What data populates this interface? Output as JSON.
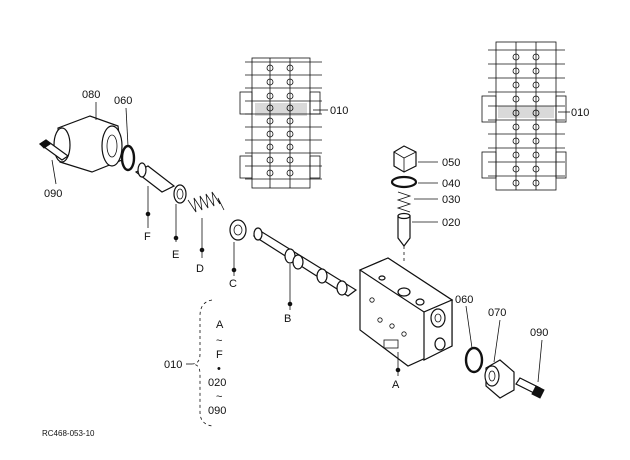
{
  "labels": {
    "p080": "080",
    "p060_top": "060",
    "p090_left": "090",
    "p010_mid": "010",
    "p010_right": "010",
    "p050": "050",
    "p040": "040",
    "p030": "030",
    "p020": "020",
    "p060_bottom": "060",
    "p070": "070",
    "p090_right": "090",
    "p010_left": "010",
    "F": "F",
    "E": "E",
    "D": "D",
    "C": "C",
    "B": "B",
    "A": "A"
  },
  "legend": {
    "line1": "A",
    "line2": "~",
    "line3": "F",
    "line4": "•",
    "line5": "020",
    "line6": "~",
    "line7": "090"
  },
  "figure_code": "RC468-053-10"
}
